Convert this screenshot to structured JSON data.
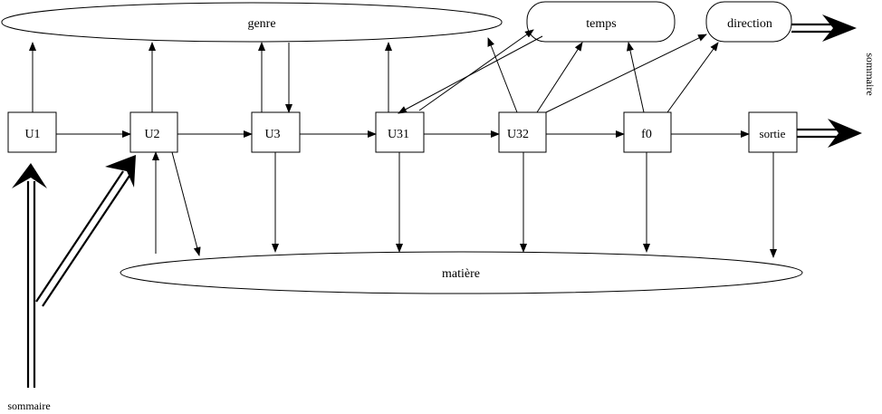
{
  "regions": {
    "genre": "genre",
    "temps": "temps",
    "direction": "direction",
    "matiere": "matière"
  },
  "units": {
    "u1": "U1",
    "u2": "U2",
    "u3": "U3",
    "u31": "U31",
    "u32": "U32",
    "f0": "f0",
    "sortie": "sortie"
  },
  "side_labels": {
    "sommaire_bottom": "sommaire",
    "sommaire_right": "sommaire"
  }
}
